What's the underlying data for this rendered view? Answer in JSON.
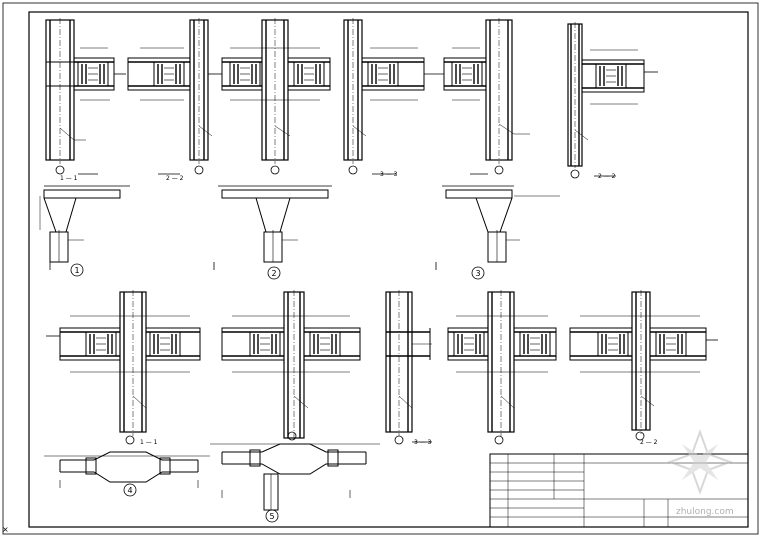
{
  "drawing": {
    "circle_labels": [
      "1",
      "2",
      "3",
      "4",
      "5"
    ],
    "section_marks": [
      "1 — 1",
      "2 — 2",
      "3 — 3"
    ]
  },
  "watermark": {
    "text": "zhulong.com"
  },
  "colors": {
    "ink": "#000000",
    "paper": "#ffffff",
    "watermark": "#b8b8b8"
  }
}
